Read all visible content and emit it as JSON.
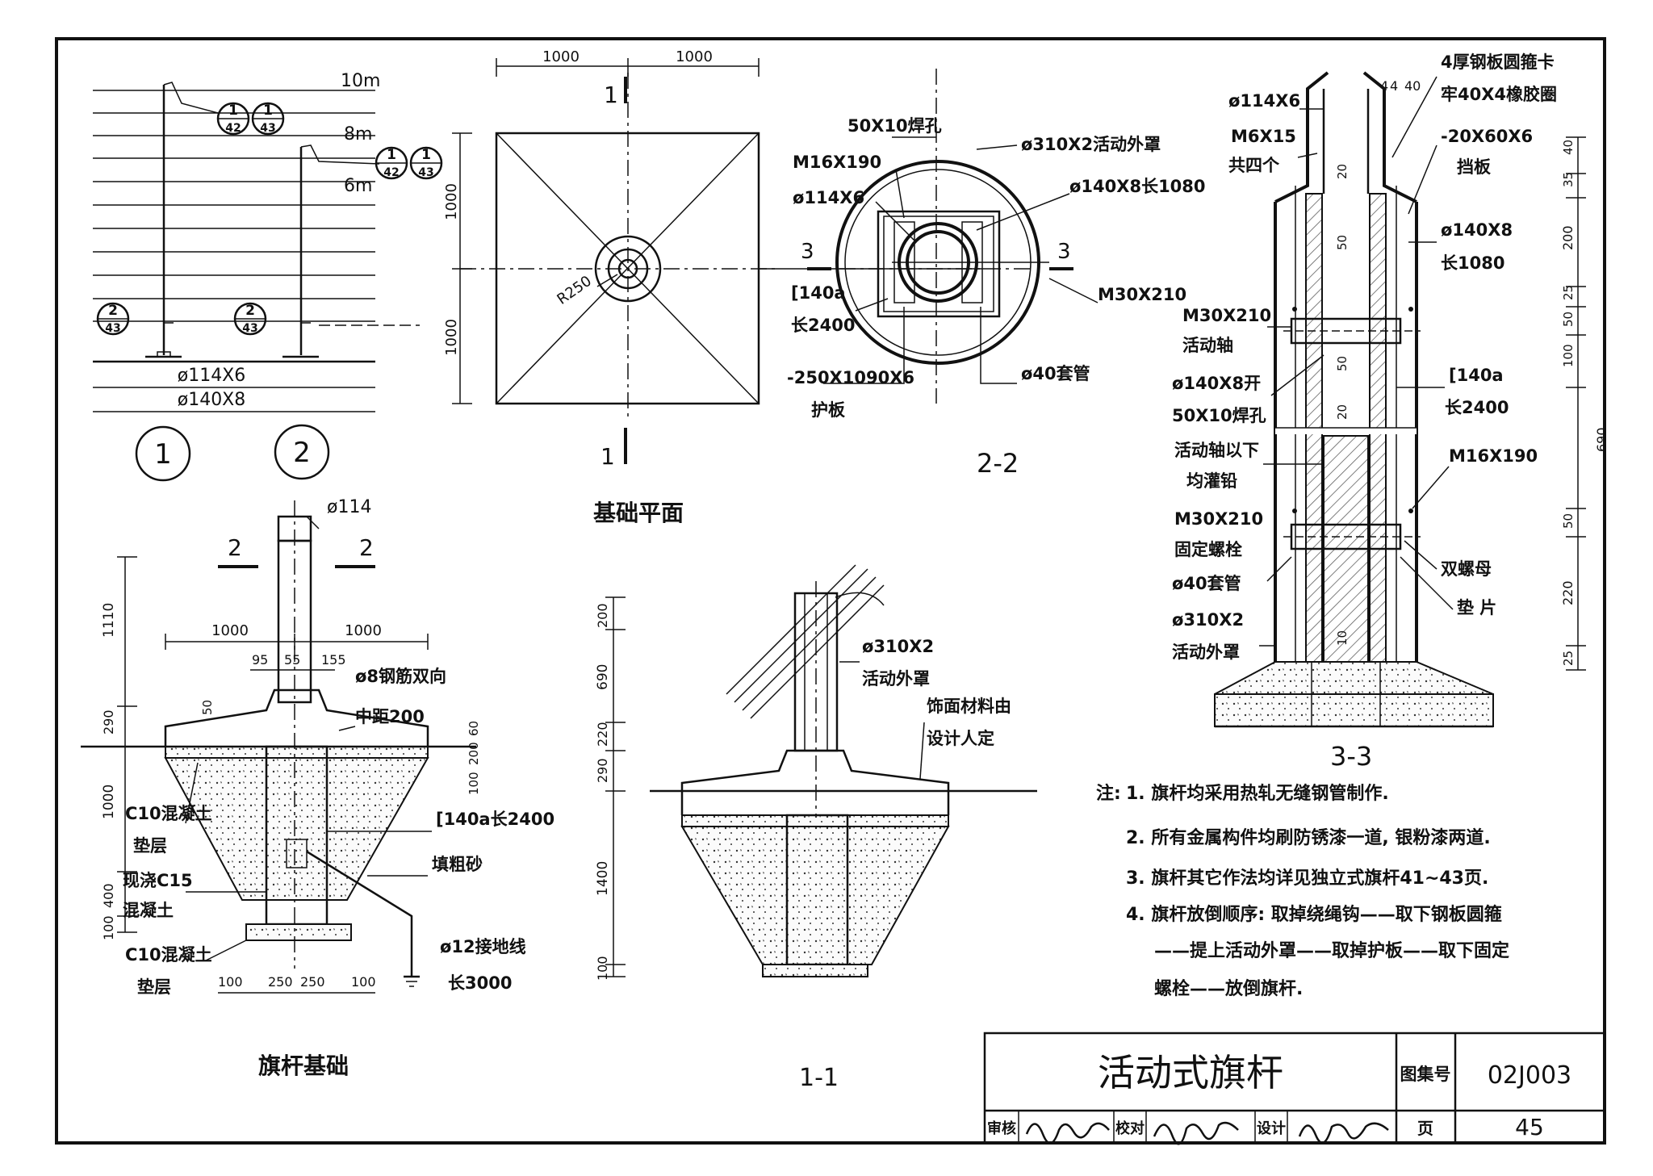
{
  "flagpoles": {
    "heights": [
      "10m",
      "8m",
      "6m"
    ],
    "detail_refs": [
      {
        "num": "1",
        "sheet": "42"
      },
      {
        "num": "1",
        "sheet": "43"
      },
      {
        "num": "1",
        "sheet": "42"
      },
      {
        "num": "1",
        "sheet": "43"
      },
      {
        "num": "2",
        "sheet": "43"
      },
      {
        "num": "2",
        "sheet": "43"
      }
    ],
    "pipe_labels": [
      "ø114X6",
      "ø140X8"
    ],
    "view_ids": [
      "1",
      "2"
    ]
  },
  "plan": {
    "dims": [
      "1000",
      "1000",
      "1000",
      "1000"
    ],
    "radius": "R250",
    "section_marks": [
      "1",
      "1"
    ],
    "title": "基础平面"
  },
  "section22": {
    "labels": {
      "weld_hole": "50X10焊孔",
      "m16": "M16X190",
      "cover": "ø310X2活动外罩",
      "pipe114": "ø114X6",
      "pipe140": "ø140X8长1080",
      "m30": "M30X210",
      "channel": "[140a",
      "channel_len": "长2400",
      "plate": "-250X1090X6",
      "plate_name": "护板",
      "sleeve": "ø40套管"
    },
    "marks": [
      "3",
      "3"
    ],
    "title": "2-2"
  },
  "section33": {
    "labels": {
      "pipe114": "ø114X6",
      "m6": "M6X15",
      "m6_count": "共四个",
      "hoop1": "4厚钢板圆箍卡",
      "hoop2": "牢40X4橡胶圈",
      "stop1": "-20X60X6",
      "stop2": "挡板",
      "pipe140a": "ø140X8",
      "pipe140b": "长1080",
      "m30a": "M30X210",
      "axle": "活动轴",
      "hole1": "ø140X8开",
      "hole2": "50X10焊孔",
      "ch1": "[140a",
      "ch2": "长2400",
      "below1": "活动轴以下",
      "below2": "均灌铅",
      "m16": "M16X190",
      "m30b": "M30X210",
      "fixbolt": "固定螺栓",
      "sleeve": "ø40套管",
      "nut": "双螺母",
      "washer": "垫 片",
      "cover1": "ø310X2",
      "cover2": "活动外罩"
    },
    "dims_top": [
      "4",
      "4",
      "40"
    ],
    "inner_dims": [
      "20",
      "50",
      "50",
      "20",
      "10"
    ],
    "right_dims": [
      "40",
      "35",
      "200",
      "25",
      "50",
      "100",
      "690",
      "50",
      "220",
      "25"
    ],
    "title": "3-3"
  },
  "foundation": {
    "pipe": "ø114",
    "marks": [
      "2",
      "2"
    ],
    "dims_top": [
      "1000",
      "1000"
    ],
    "dims_mid": [
      "95",
      "55",
      "155"
    ],
    "rebar1": "ø8钢筋双向",
    "rebar2": "中距200",
    "left_dims": [
      "1110",
      "50",
      "290",
      "1000",
      "400",
      "100"
    ],
    "right_dims": [
      "60",
      "200",
      "100"
    ],
    "c10_top1": "C10混凝土",
    "c10_top2": "垫层",
    "cast1": "现浇C15",
    "cast2": "混凝土",
    "channel": "[140a长2400",
    "sand": "填粗砂",
    "ground1": "ø12接地线",
    "ground2": "长3000",
    "c10_bot1": "C10混凝土",
    "c10_bot2": "垫层",
    "bottom_dims": [
      "100",
      "250",
      "250",
      "100"
    ],
    "title": "旗杆基础"
  },
  "section11": {
    "cover1": "ø310X2",
    "cover2": "活动外罩",
    "finish1": "饰面材料由",
    "finish2": "设计人定",
    "left_dims": [
      "200",
      "690",
      "220",
      "290",
      "1400",
      "100"
    ],
    "title": "1-1"
  },
  "notes": {
    "label": "注:",
    "items": [
      "1. 旗杆均采用热轧无缝钢管制作.",
      "2. 所有金属构件均刷防锈漆一道, 银粉漆两道.",
      "3. 旗杆其它作法均详见独立式旗杆41~43页.",
      "4. 旗杆放倒顺序: 取掉绕绳钩——取下钢板圆箍",
      "——提上活动外罩——取掉护板——取下固定",
      "螺栓——放倒旗杆."
    ]
  },
  "title_block": {
    "title": "活动式旗杆",
    "atlas_label": "图集号",
    "atlas_no": "02J003",
    "review": "审核",
    "check": "校对",
    "design": "设计",
    "page_label": "页",
    "page_no": "45"
  }
}
